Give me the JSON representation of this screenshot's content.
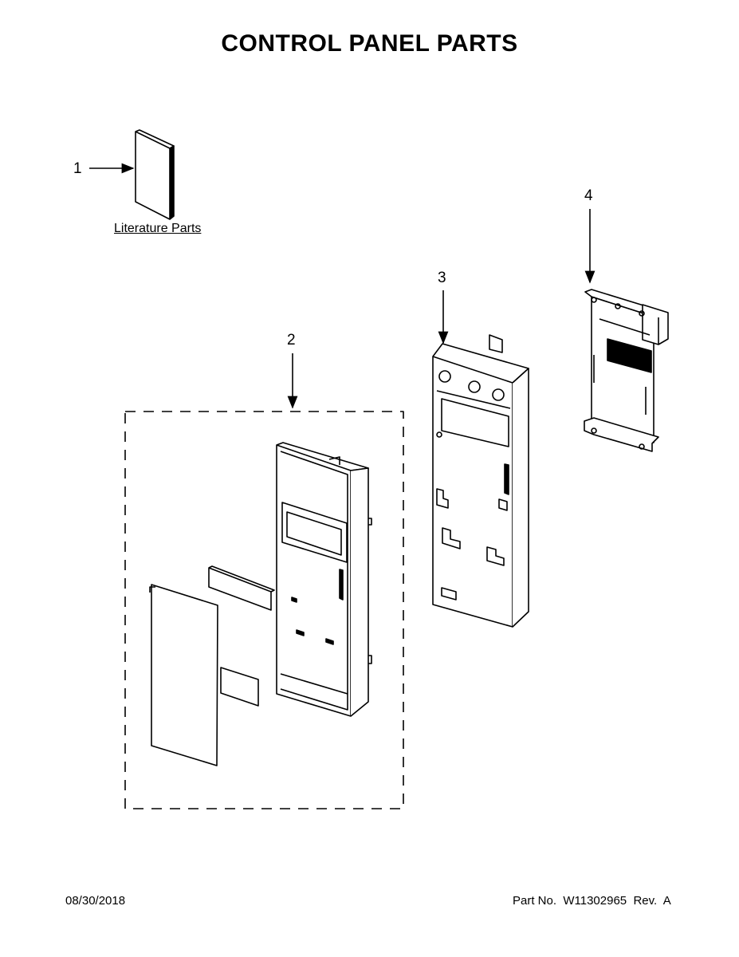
{
  "title": "CONTROL PANEL PARTS",
  "callouts": {
    "c1": "1",
    "c2": "2",
    "c3": "3",
    "c4": "4"
  },
  "literature_link": "Literature Parts",
  "footer": {
    "date": "08/30/2018",
    "part_no": "Part No.  W11302965  Rev.  A"
  }
}
